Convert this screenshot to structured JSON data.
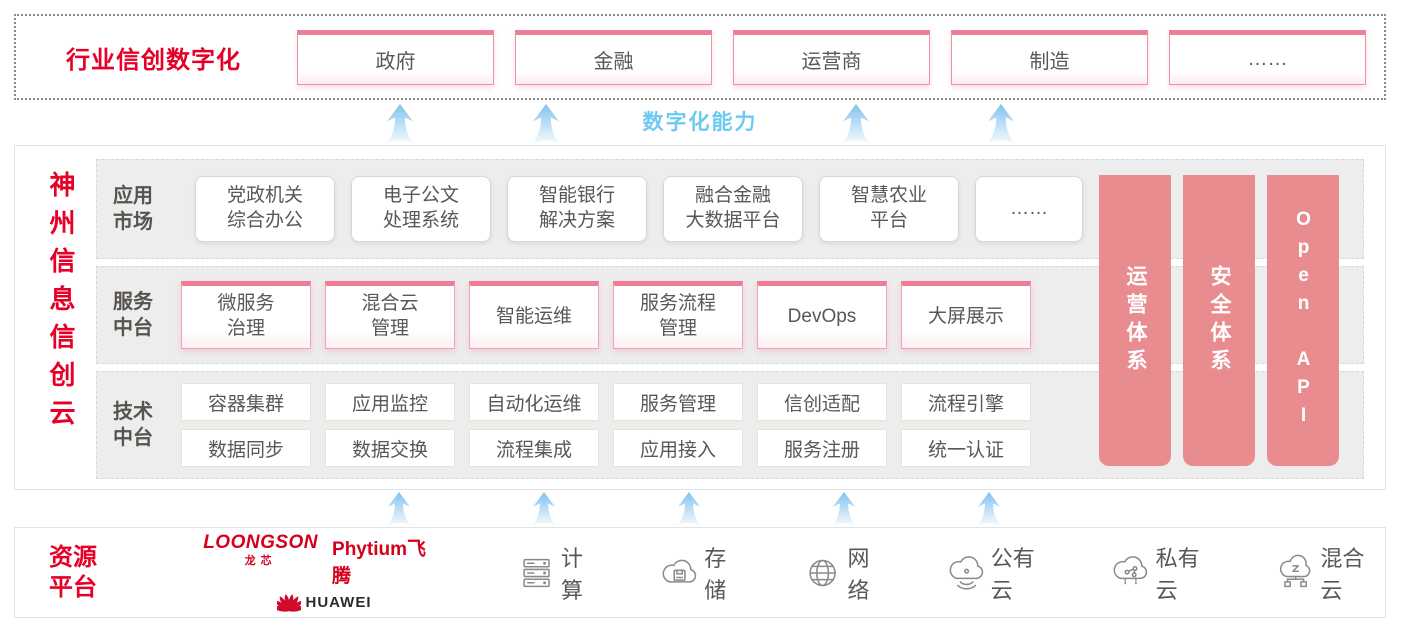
{
  "top_banner": {
    "title": "行业信创数字化",
    "sectors": [
      "政府",
      "金融",
      "运营商",
      "制造",
      "……"
    ]
  },
  "capability_label": "数字化能力",
  "platform": {
    "title": "神州信息信创云",
    "rows": [
      {
        "label": "应用市场",
        "label_lines": [
          "应用",
          "市场"
        ],
        "cards": [
          [
            "党政机关",
            "综合办公"
          ],
          [
            "电子公文",
            "处理系统"
          ],
          [
            "智能银行",
            "解决方案"
          ],
          [
            "融合金融",
            "大数据平台"
          ],
          [
            "智慧农业",
            "平台"
          ],
          [
            "……"
          ]
        ]
      },
      {
        "label": "服务中台",
        "label_lines": [
          "服务",
          "中台"
        ],
        "cards": [
          [
            "微服务",
            "治理"
          ],
          [
            "混合云",
            "管理"
          ],
          [
            "智能运维"
          ],
          [
            "服务流程",
            "管理"
          ],
          [
            "DevOps"
          ],
          [
            "大屏展示"
          ]
        ]
      },
      {
        "label": "技术中台",
        "label_lines": [
          "技术",
          "中台"
        ],
        "cards_row1": [
          "容器集群",
          "应用监控",
          "自动化运维",
          "服务管理",
          "信创适配",
          "流程引擎"
        ],
        "cards_row2": [
          "数据同步",
          "数据交换",
          "流程集成",
          "应用接入",
          "服务注册",
          "统一认证"
        ]
      }
    ],
    "pillars": [
      "运营体系",
      "安全体系",
      "Open API"
    ]
  },
  "resources": {
    "title": "资源平台",
    "title_lines": [
      "资源",
      "平台"
    ],
    "vendors": {
      "loongson": "LOONGSON",
      "loongson_cn": "龙芯",
      "phytium": "Phytium飞腾",
      "huawei": "HUAWEI"
    },
    "items": [
      {
        "icon": "server-icon",
        "label": "计算"
      },
      {
        "icon": "storage-cloud-icon",
        "label": "存储"
      },
      {
        "icon": "network-globe-icon",
        "label": "网络"
      },
      {
        "icon": "public-cloud-icon",
        "label": "公有云"
      },
      {
        "icon": "private-cloud-icon",
        "label": "私有云"
      },
      {
        "icon": "hybrid-cloud-icon",
        "label": "混合云"
      }
    ]
  },
  "colors": {
    "accent_red": "#e60027",
    "card_pink_border": "#ee7e95",
    "pillar_salmon": "#e98c90",
    "capability_blue": "#6ec9f2",
    "text_gray": "#595757",
    "band_gray": "#ededed"
  }
}
